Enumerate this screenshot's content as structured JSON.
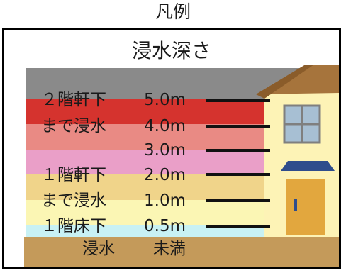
{
  "legend_title": "凡例",
  "subtitle": "浸水深さ",
  "depths": [
    "5.0m",
    "4.0m",
    "3.0m",
    "2.0m",
    "1.0m",
    "0.5m"
  ],
  "categories": {
    "floor2_line1": "２階軒下",
    "floor2_line2": "まで浸水",
    "floor1_line1": "１階軒下",
    "floor1_line2": "まで浸水",
    "below_floor": "１階床下",
    "ground_left": "浸水",
    "ground_right": "未満"
  },
  "colors": {
    "over5": "#8a8a8a",
    "d4_5": "#d5332e",
    "d3_4": "#e98a84",
    "d2_3": "#ea9fc8",
    "d1_2": "#f0d48a",
    "d05_1": "#fbf6b4",
    "d0_05": "#c8f1f4",
    "ground": "#c49a5a"
  }
}
